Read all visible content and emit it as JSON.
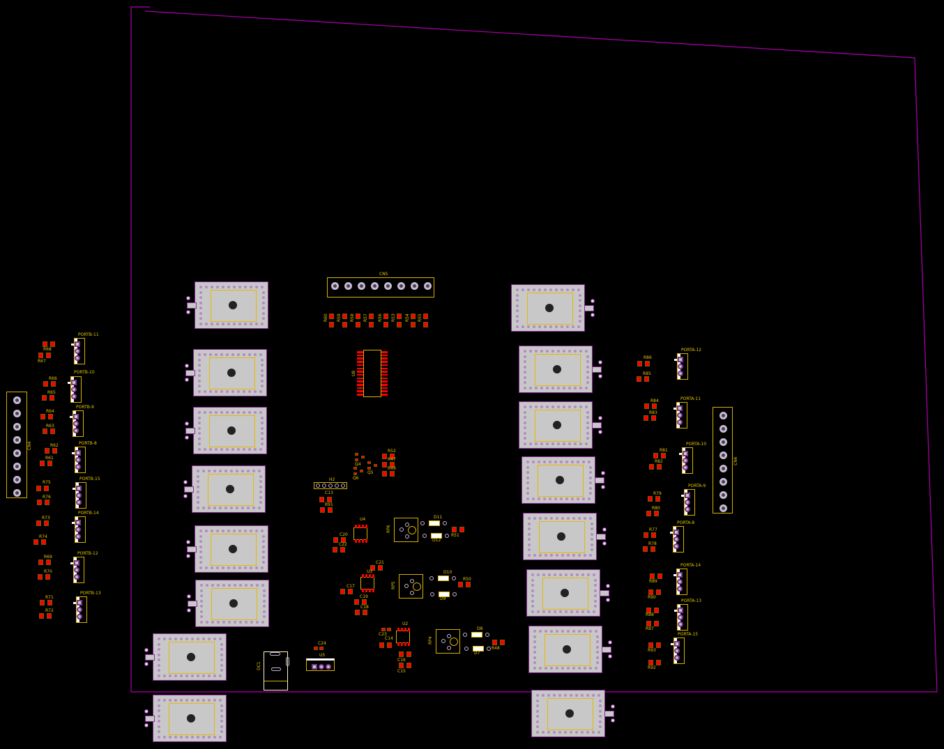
{
  "view": {
    "board_outline_color": "#b000b0",
    "silkscreen_color": "#e6c800",
    "pad_color": "#ff0000"
  },
  "connectors": {
    "cn4": "CN4",
    "cn5": "CN5",
    "cn6": "CN6",
    "h2": "H2",
    "dc1": "DC1"
  },
  "headers_left": [
    "PORTB-11",
    "PORTB-10",
    "PORTB-9",
    "PORTB-8",
    "PORTB-15",
    "PORTB-14",
    "PORTB-12",
    "PORTB-13"
  ],
  "headers_right": [
    "PORTA-12",
    "PORTA-11",
    "PORTA-10",
    "PORTA-9",
    "PORTA-8",
    "PORTA-14",
    "PORTA-13",
    "PORTA-15"
  ],
  "resistors_left": [
    "R68",
    "R67",
    "R66",
    "R65",
    "R64",
    "R63",
    "R62",
    "R61",
    "R75",
    "R76",
    "R73",
    "R74",
    "R69",
    "R70",
    "R71",
    "R72"
  ],
  "resistors_right": [
    "R86",
    "R85",
    "R84",
    "R83",
    "R81",
    "R82",
    "R79",
    "R80",
    "R77",
    "R78",
    "R89",
    "R90",
    "R88",
    "R87",
    "R93",
    "R92"
  ],
  "resistors_top": [
    "R60",
    "R59",
    "R58",
    "R57",
    "R56",
    "R53",
    "R54",
    "R55"
  ],
  "center_parts": [
    "R52",
    "R47",
    "R49",
    "C13",
    "R91",
    "C20",
    "C22",
    "C21",
    "C17",
    "C19",
    "C18",
    "C14",
    "C16",
    "C15",
    "R51",
    "R50",
    "R48"
  ],
  "ics": {
    "u8": "U8",
    "u4": "U4",
    "u3": "U3",
    "u2": "U2",
    "u5": "U5"
  },
  "transistors": [
    "Q4",
    "Q5",
    "Q6"
  ],
  "pots": [
    "RP6",
    "RP5",
    "RP4"
  ],
  "diodes": [
    "D11",
    "D12",
    "D10",
    "D9",
    "D8",
    "D7"
  ],
  "caps_polar": [
    "C23",
    "C24"
  ]
}
